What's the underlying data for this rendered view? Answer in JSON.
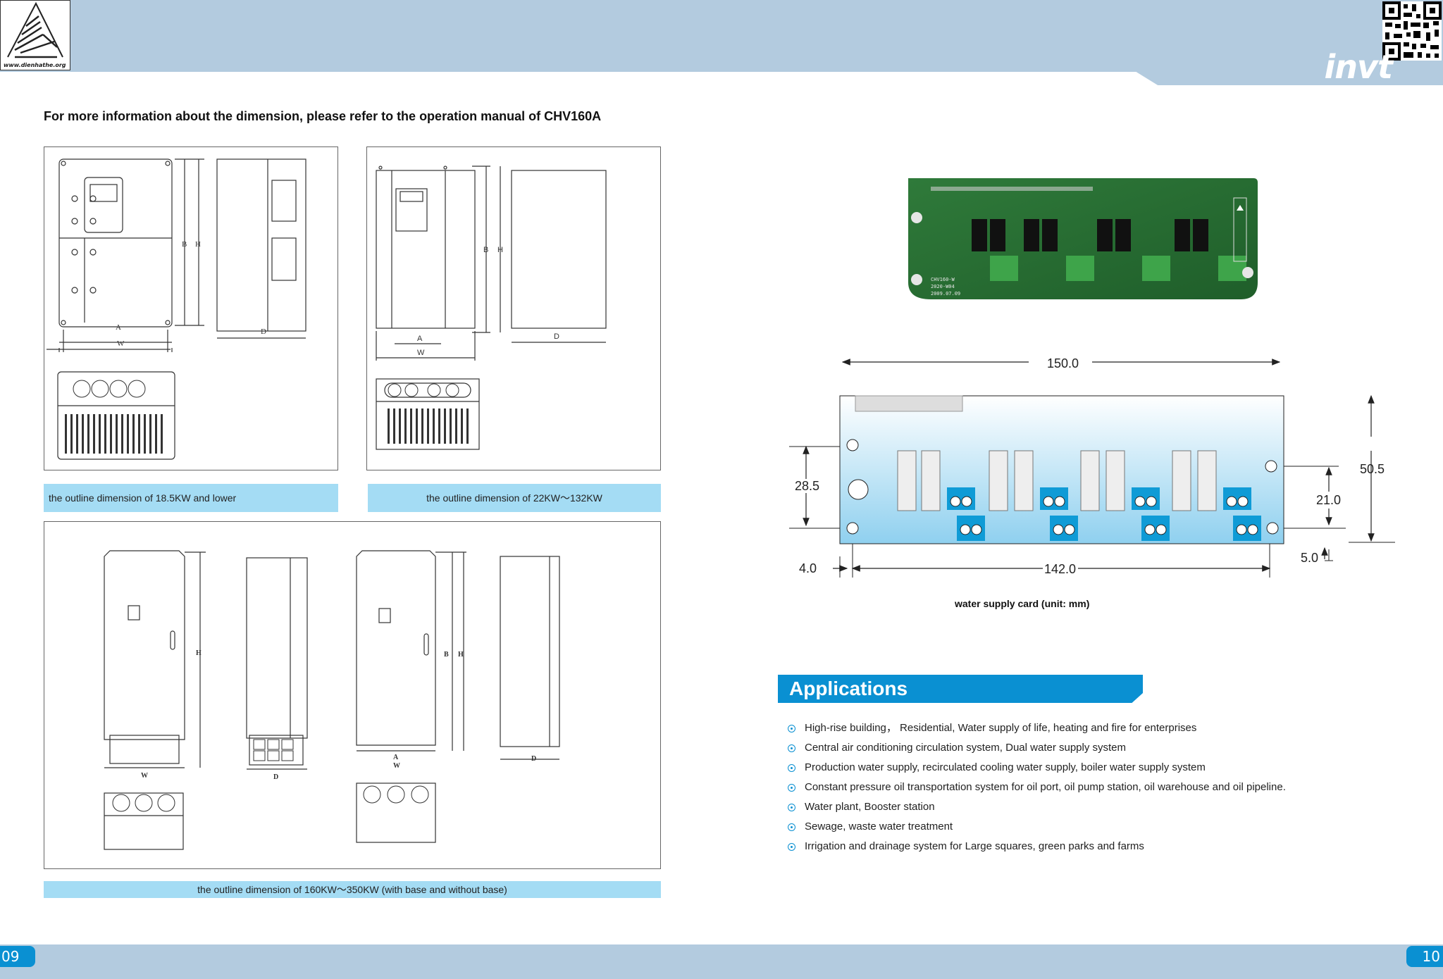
{
  "header": {
    "logo_url": "www.dienhathe.org",
    "brand": "invt"
  },
  "note": "For more information about the dimension, please refer to the operation manual of CHV160A",
  "figures": {
    "fig1_caption": "the outline dimension of 18.5KW and lower",
    "fig2_caption": "the outline dimension of 22KW～132KW",
    "fig3_caption": "the outline dimension of 160KW～350KW (with base and without base)",
    "fig1_labels": {
      "A": "A",
      "W": "W",
      "B": "B",
      "H": "H",
      "D": "D"
    },
    "fig2_labels": {
      "A": "A",
      "W": "W",
      "B": "B",
      "H": "H",
      "D": "D"
    },
    "fig3_labels": {
      "H": "H",
      "W": "W",
      "D": "D",
      "B": "B",
      "A": "A"
    }
  },
  "card": {
    "silk": [
      "CHV160-W",
      "2020-W04",
      "2009.07.09"
    ],
    "dims": {
      "width_total": "150.0",
      "height_total": "50.5",
      "left_hole": "28.5",
      "right_hole": "21.0",
      "offset_left": "4.0",
      "hole_spacing": "142.0",
      "offset_bottom": "5.0"
    },
    "caption": "water supply card (unit: mm)"
  },
  "applications": {
    "title": "Applications",
    "items": [
      "High-rise building， Residential, Water supply of life, heating and fire for enterprises",
      "Central air conditioning circulation system, Dual water supply system",
      "Production water supply, recirculated cooling water supply, boiler water supply system",
      "Constant pressure oil transportation system for oil port, oil pump station, oil warehouse and oil pipeline.",
      "Water plant, Booster station",
      "Sewage, waste water treatment",
      "Irrigation and drainage system for Large squares, green parks and farms"
    ]
  },
  "footer": {
    "page_left": "09",
    "page_right": "10"
  }
}
